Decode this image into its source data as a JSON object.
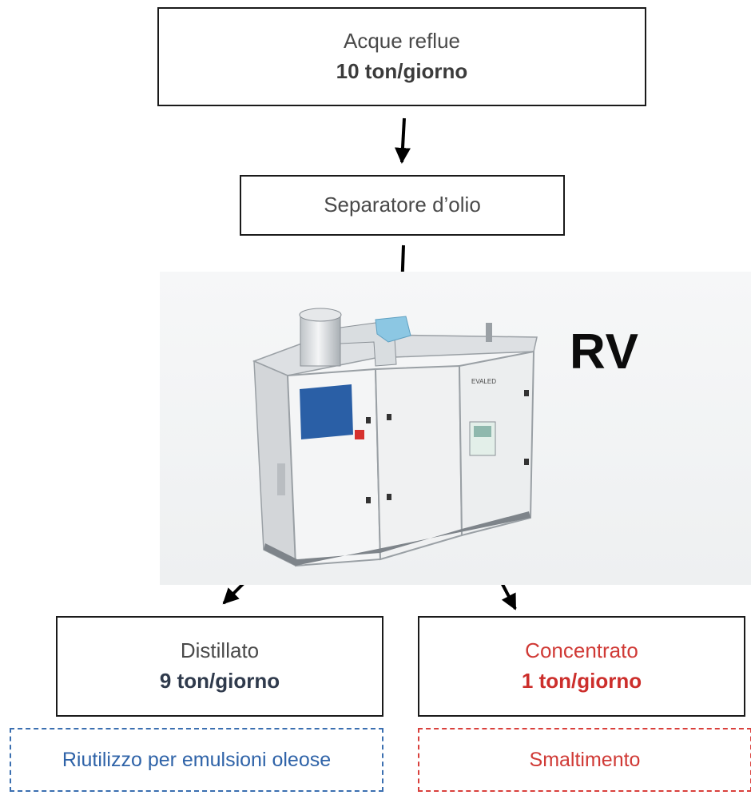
{
  "input": {
    "title": "Acque reflue",
    "value": "10 ton/giorno"
  },
  "separator": {
    "title": "Separatore d’olio"
  },
  "unit": {
    "label": "RV",
    "brand": "EVALED",
    "type": "evaporator-machine-image"
  },
  "distillate": {
    "title": "Distillato",
    "value": "9 ton/giorno",
    "color": "#2f3a4c"
  },
  "concentrate": {
    "title": "Concentrato",
    "value": "1 ton/giorno",
    "color": "#cc2e2b"
  },
  "reuse": {
    "label": "Riutilizzo per emulsioni oleose",
    "color": "#2f63a8"
  },
  "disposal": {
    "label": "Smaltimento",
    "color": "#d03a36"
  }
}
